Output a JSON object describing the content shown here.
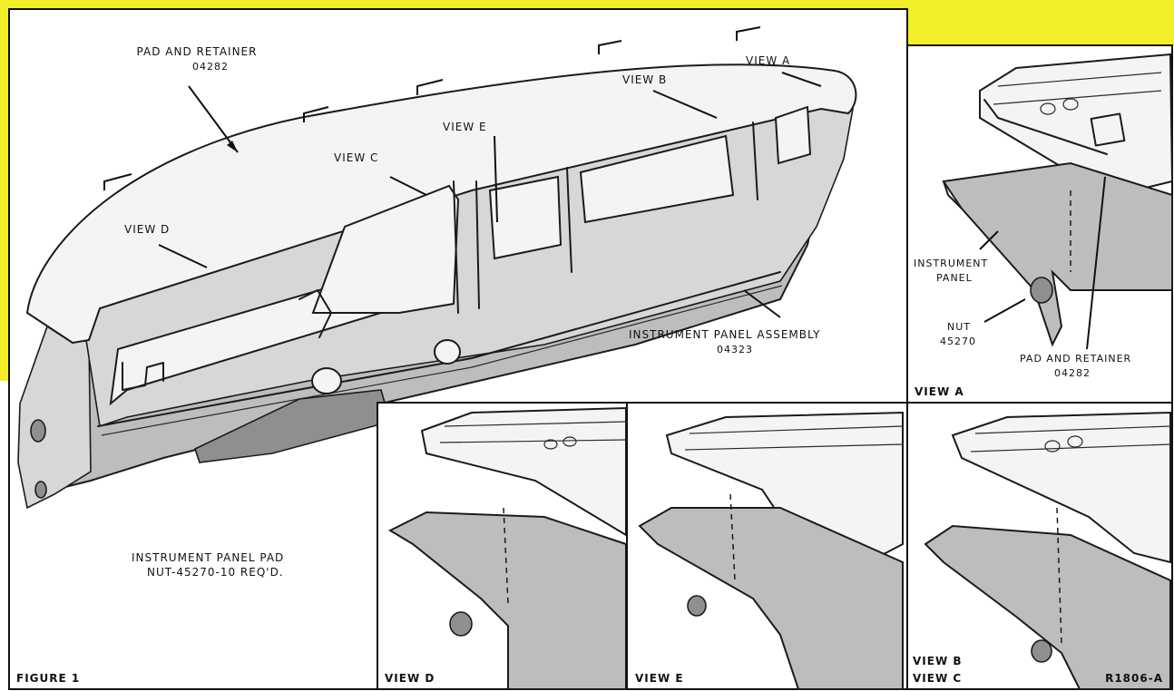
{
  "main": {
    "labels": {
      "pad_title": "PAD AND RETAINER",
      "pad_num": "04282",
      "view_a": "VIEW A",
      "view_b": "VIEW B",
      "view_e": "VIEW E",
      "view_c": "VIEW C",
      "view_d": "VIEW D",
      "ipa_title": "INSTRUMENT PANEL ASSEMBLY",
      "ipa_num": "04323",
      "pad_note_1": "INSTRUMENT PANEL PAD",
      "pad_note_2": "NUT-45270-10 REQ'D.",
      "figure": "FIGURE 1"
    }
  },
  "inset_a": {
    "instrument_1": "INSTRUMENT",
    "instrument_2": "PANEL",
    "nut": "NUT",
    "nut_num": "45270",
    "pad_title": "PAD AND RETAINER",
    "pad_num": "04282",
    "caption": "VIEW A"
  },
  "inset_d": {
    "caption": "VIEW D"
  },
  "inset_e": {
    "caption": "VIEW E"
  },
  "inset_bc": {
    "caption_1": "VIEW B",
    "caption_2": "VIEW C",
    "ref": "R1806-A"
  },
  "colors": {
    "highlight": "#f2ee2a",
    "ink": "#1b1b1b",
    "shade": "#bdbdbd"
  }
}
